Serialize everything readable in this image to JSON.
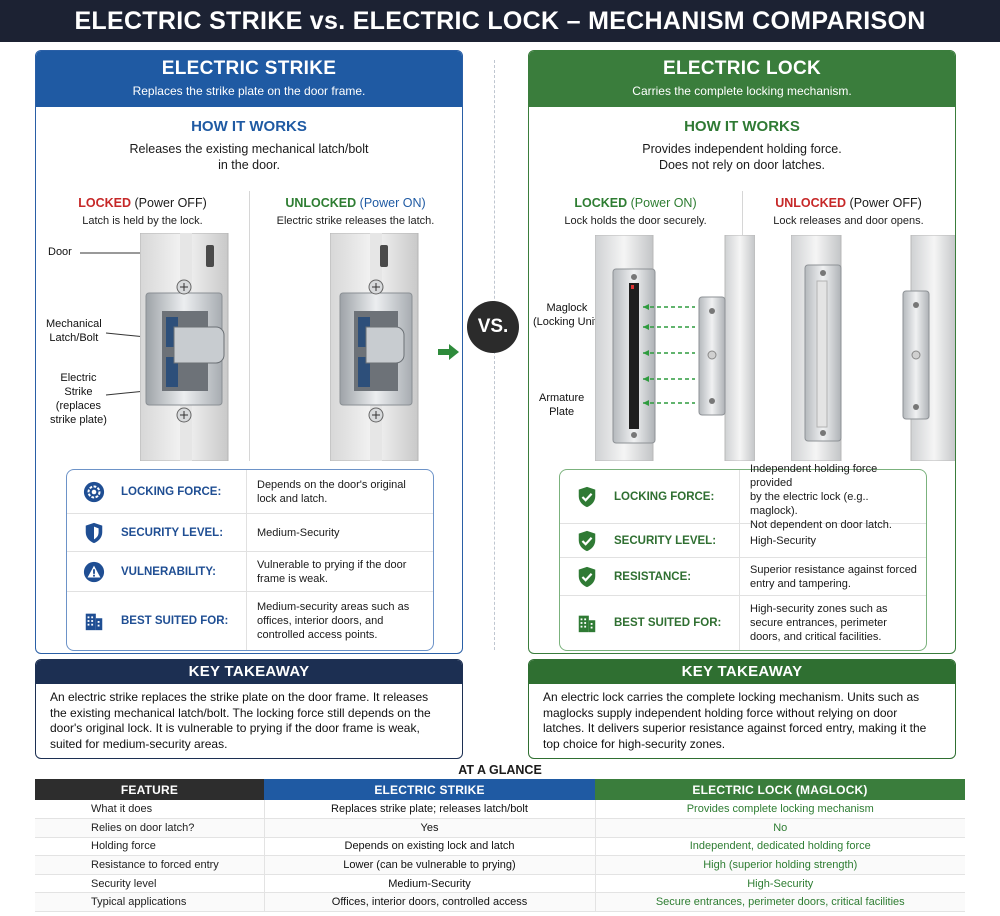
{
  "title": "ELECTRIC STRIKE vs. ELECTRIC LOCK – MECHANISM COMPARISON",
  "vs_label": "VS.",
  "strike": {
    "heading": "ELECTRIC STRIKE",
    "subheading": "Replaces the strike plate on the door frame.",
    "how_title": "HOW IT WORKS",
    "how_text": "Releases the existing mechanical latch/bolt\nin the door.",
    "locked": {
      "word": "LOCKED",
      "rest": "(Power OFF)",
      "caption": "Latch is held by the lock."
    },
    "unlocked": {
      "word": "UNLOCKED",
      "rest": "(Power ON)",
      "caption": "Electric strike releases the latch."
    },
    "callouts": {
      "door": "Door",
      "latch": "Mechanical\nLatch/Bolt",
      "strike": "Electric\nStrike\n(replaces\nstrike plate)"
    },
    "facts": [
      {
        "icon": "gear-icon",
        "label": "LOCKING FORCE:",
        "value": "Depends on the door's original\nlock and latch."
      },
      {
        "icon": "shield-icon",
        "label": "SECURITY LEVEL:",
        "value": "Medium-Security"
      },
      {
        "icon": "warning-icon",
        "label": "VULNERABILITY:",
        "value": "Vulnerable to prying if the door\nframe is weak."
      },
      {
        "icon": "building-icon",
        "label": "BEST SUITED FOR:",
        "value": "Medium-security areas such as\noffices, interior doors, and\ncontrolled access points."
      }
    ],
    "takeaway_title": "KEY TAKEAWAY",
    "takeaway_text": "An electric strike replaces the strike plate on the door frame. It releases the existing mechanical latch/bolt. The locking force still depends on the door's original lock. It is vulnerable to prying if the door frame is weak, suited for medium-security areas."
  },
  "lock": {
    "heading": "ELECTRIC LOCK",
    "subheading": "Carries the complete locking mechanism.",
    "how_title": "HOW IT WORKS",
    "how_text": "Provides independent holding force.\nDoes not rely on door latches.",
    "locked": {
      "word": "LOCKED",
      "rest": "(Power ON)",
      "caption": "Lock holds the door securely."
    },
    "unlocked": {
      "word": "UNLOCKED",
      "rest": "(Power OFF)",
      "caption": "Lock releases and door opens."
    },
    "callouts": {
      "maglock": "Maglock\n(Locking Unit)",
      "armature": "Armature\nPlate"
    },
    "facts": [
      {
        "icon": "shield-check-icon",
        "label": "LOCKING FORCE:",
        "value": "Independent holding force provided\nby the electric lock (e.g.. maglock).\nNot dependent on door latch."
      },
      {
        "icon": "shield-check-icon",
        "label": "SECURITY LEVEL:",
        "value": "High-Security"
      },
      {
        "icon": "shield-check-icon",
        "label": "RESISTANCE:",
        "value": "Superior resistance against forced\nentry and tampering."
      },
      {
        "icon": "building-icon",
        "label": "BEST SUITED FOR:",
        "value": "High-security zones such as\nsecure entrances, perimeter\ndoors, and critical facilities."
      }
    ],
    "takeaway_title": "KEY TAKEAWAY",
    "takeaway_text": "An electric lock carries the complete locking mechanism. Units such as maglocks supply independent holding force without relying on door latches. It delivers superior resistance against forced entry, making it the top choice for high-security zones."
  },
  "glance": {
    "title": "AT A GLANCE",
    "headers": [
      "FEATURE",
      "ELECTRIC STRIKE",
      "ELECTRIC LOCK (MAGLOCK)"
    ],
    "rows": [
      [
        "What it does",
        "Replaces strike plate; releases latch/bolt",
        "Provides complete locking mechanism"
      ],
      [
        "Relies on door latch?",
        "Yes",
        "No"
      ],
      [
        "Holding force",
        "Depends on existing lock and latch",
        "Independent, dedicated holding force"
      ],
      [
        "Resistance to forced entry",
        "Lower (can be vulnerable to prying)",
        "High (superior holding strength)"
      ],
      [
        "Security level",
        "Medium-Security",
        "High-Security"
      ],
      [
        "Typical applications",
        "Offices, interior doors, controlled access",
        "Secure entrances, perimeter doors, critical facilities"
      ]
    ]
  },
  "colors": {
    "strike_blue": "#1f5aa3",
    "lock_green": "#3a7d3c",
    "locked_red": "#c62828",
    "dark": "#1c2233"
  }
}
